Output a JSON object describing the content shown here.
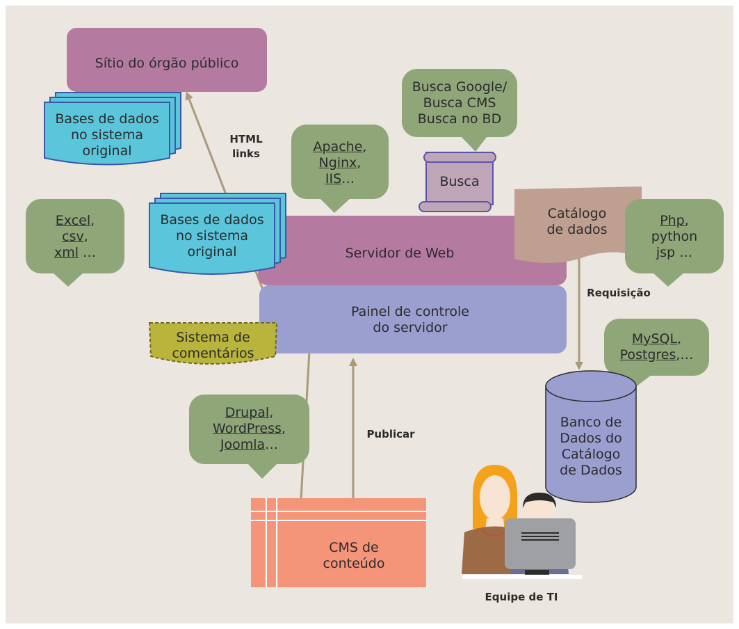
{
  "colors": {
    "background": "#ebe6e0",
    "site": "#b47aa0",
    "database_sheet": "#5bc5dc",
    "bubble": "#8fa679",
    "web_server": "#b47aa0",
    "control_panel": "#9a9fd0",
    "catalog": "#bfa090",
    "catalog_db": "#9a9fd0",
    "cms": "#f4957a",
    "comments": "#b9b53c",
    "arrow": "#a89a7a"
  },
  "site": {
    "label": "Sítio do órgão público"
  },
  "databases_top": {
    "lines": [
      "Bases de dados",
      "no sistema",
      "original"
    ]
  },
  "databases_mid": {
    "lines": [
      "Bases de dados",
      "no sistema",
      "original"
    ]
  },
  "html_links": {
    "lines": [
      "HTML",
      "links"
    ]
  },
  "search_bubble": {
    "lines": [
      "Busca Google/",
      "Busca CMS",
      "Busca no BD"
    ]
  },
  "search_scroll": {
    "label": "Busca"
  },
  "webserver_bubble": {
    "items": [
      "Apache",
      "Nginx",
      "IIS"
    ],
    "suffix": [
      ",",
      ",",
      "…"
    ]
  },
  "excel_bubble": {
    "items": [
      "Excel",
      "csv",
      "xml"
    ],
    "suffix": [
      ",",
      ",",
      " …"
    ]
  },
  "php_bubble": {
    "first": "Php",
    "first_suffix": ",",
    "lines": [
      "python",
      "jsp …"
    ]
  },
  "catalog": {
    "lines": [
      "Catálogo",
      "de dados"
    ]
  },
  "web_server": {
    "label": "Servidor de Web"
  },
  "control_panel": {
    "lines": [
      "Painel de controle",
      "do servidor"
    ]
  },
  "requisicao": {
    "label": "Requisição"
  },
  "comments": {
    "lines": [
      "Sistema de",
      "comentários"
    ]
  },
  "db_bubble": {
    "items": [
      "MySQL",
      "Postgres"
    ],
    "suffix": [
      ",",
      ",…"
    ]
  },
  "cms_bubble": {
    "items": [
      "Drupal",
      "WordPress",
      "Joomla"
    ],
    "suffix": [
      ",",
      ",",
      "…"
    ]
  },
  "publicar": {
    "label": "Publicar"
  },
  "catalog_db": {
    "lines": [
      "Banco de",
      "Dados do",
      "Catálogo",
      "de Dados"
    ]
  },
  "cms": {
    "lines": [
      "CMS de",
      "conteúdo"
    ]
  },
  "it_team": {
    "label": "Equipe de TI"
  }
}
